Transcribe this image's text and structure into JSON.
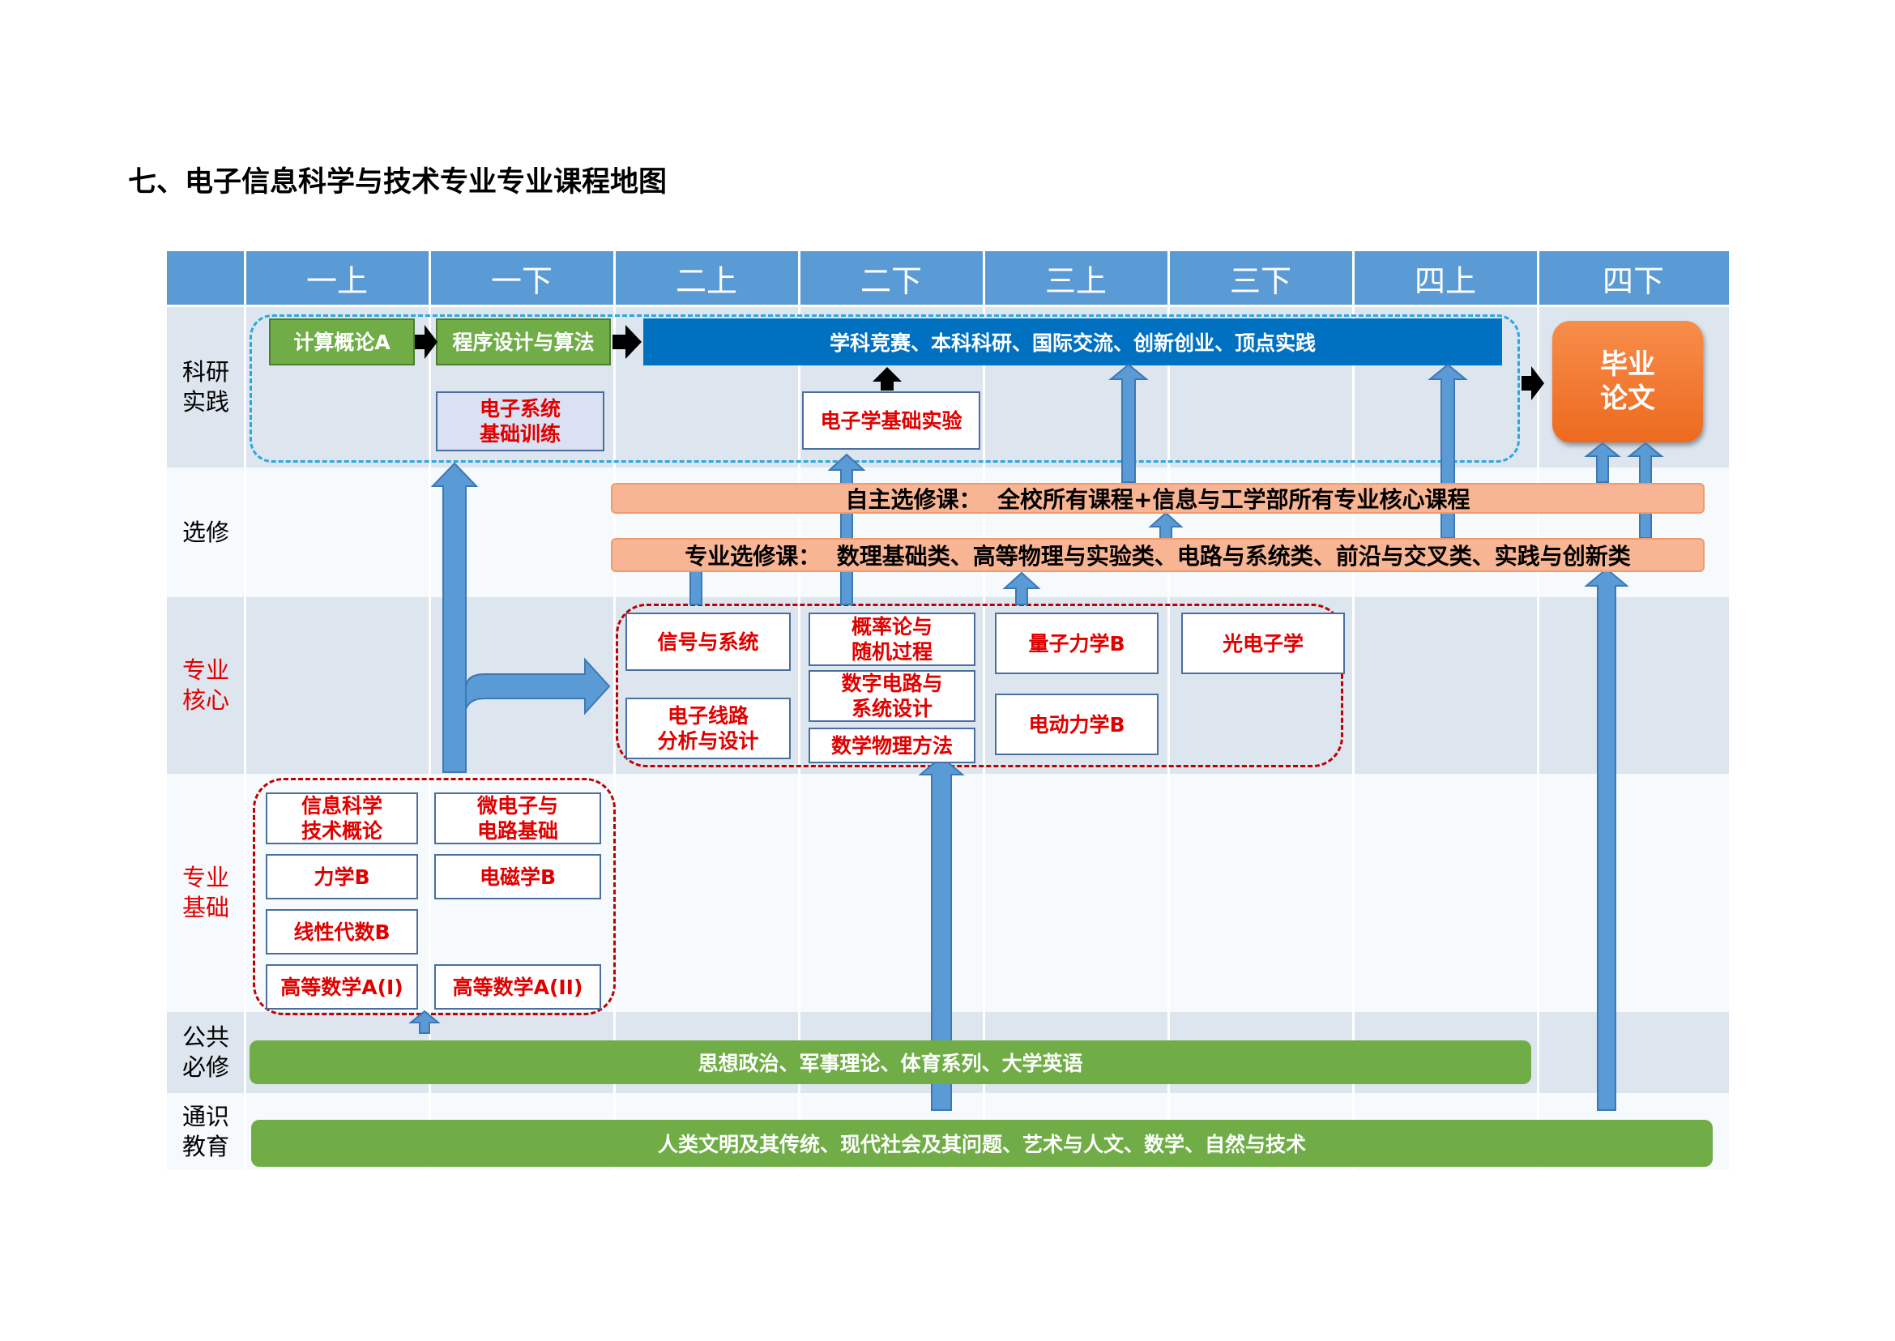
{
  "title": "七、电子信息科学与技术专业专业课程地图",
  "semesters": [
    "一上",
    "一下",
    "二上",
    "二下",
    "三上",
    "三下",
    "四上",
    "四下"
  ],
  "rows": {
    "research": "科研\n实践",
    "elective": "选修",
    "core": "专业\n核心",
    "foundation": "专业\n基础",
    "public": "公共\n必修",
    "general": "通识\n教育"
  },
  "research": {
    "course1": "计算概论A",
    "course2": "程序设计与算法",
    "banner": "学科竞赛、本科科研、国际交流、创新创业、顶点实践",
    "training": "电子系统\n基础训练",
    "lab": "电子学基础实验",
    "thesis": "毕业\n论文"
  },
  "electives": {
    "free": "自主选修课：  全校所有课程+信息与工学部所有专业核心课程",
    "major": "专业选修课：  数理基础类、高等物理与实验类、电路与系统类、前沿与交叉类、实践与创新类"
  },
  "core": {
    "signals": "信号与系统",
    "circuits": "电子线路\n分析与设计",
    "probability": "概率论与\n随机过程",
    "digital": "数字电路与\n系统设计",
    "mathphys": "数学物理方法",
    "quantum": "量子力学B",
    "electrodynamics": "电动力学B",
    "optoelectronics": "光电子学"
  },
  "foundation": {
    "intro": "信息科学\n技术概论",
    "micro": "微电子与\n电路基础",
    "mechanics": "力学B",
    "em": "电磁学B",
    "linalg": "线性代数B",
    "math1": "高等数学A(I)",
    "math2": "高等数学A(II)"
  },
  "public": "思想政治、军事理论、体育系列、大学英语",
  "general": "人类文明及其传统、现代社会及其问题、艺术与人文、数学、自然与技术",
  "colors": {
    "header": "#5b9bd5",
    "arrow": "#5b9bd5",
    "green": "#70ad47",
    "blue_bar": "#0070c0",
    "salmon": "#f8b593",
    "orange": "#ed7d31",
    "red_text": "#e00000"
  }
}
